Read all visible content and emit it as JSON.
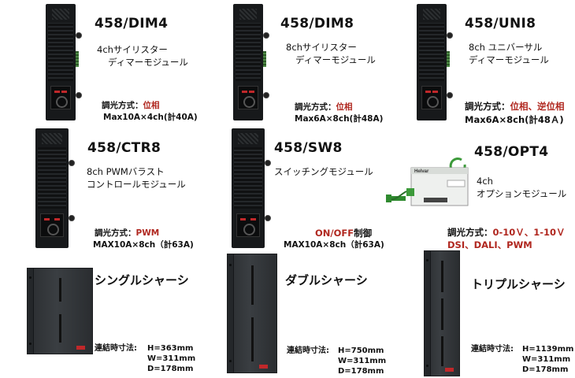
{
  "colors": {
    "accent_red": "#b0271f"
  },
  "products": {
    "dim4": {
      "model": "458/DIM4",
      "desc_line1": "4chサイリスター",
      "desc_line2": "ディマーモジュール",
      "method_label": "調光方式：",
      "method_value": "位相",
      "rating": "Max10A×4ch(計40A)"
    },
    "dim8": {
      "model": "458/DIM8",
      "desc_line1": "8chサイリスター",
      "desc_line2": "ディマーモジュール",
      "method_label": "調光方式：",
      "method_value": "位相",
      "rating": "Max6A×8ch(計48A)"
    },
    "uni8": {
      "model": "458/UNI8",
      "desc_line1": "8ch ユニバーサル",
      "desc_line2": "ディマーモジュール",
      "method_label": "調光方式：",
      "method_value": "位相、逆位相",
      "rating": "Max6A×8ch(計48Ａ)"
    },
    "ctr8": {
      "model": "458/CTR8",
      "desc_line1": "8ch PWMバラスト",
      "desc_line2": "コントロールモジュール",
      "method_label": "調光方式：",
      "method_value": "PWM",
      "rating": "MAX10A×8ch（計63A)"
    },
    "sw8": {
      "model": "458/SW8",
      "desc_line1": "スイッチングモジュール",
      "method_value": "ON/OFF",
      "method_suffix": "制御",
      "rating": "MAX10A×8ch（計63A)"
    },
    "opt4": {
      "model": "458/OPT4",
      "desc_line1": "4ch",
      "desc_line2": "オプションモジュール",
      "method_label": "調光方式：",
      "method_value_line1": "0-10Ｖ、1-10Ｖ",
      "method_value_line2": "DSI、DALI、PWM",
      "device_brand": "Helvar"
    }
  },
  "chassis": {
    "single": {
      "title": "シングルシャーシ",
      "dim_label": "連結時寸法:",
      "h": "H=363mm",
      "w": "W=311mm",
      "d": "D=178mm"
    },
    "double": {
      "title": "ダブルシャーシ",
      "dim_label": "連結時寸法:",
      "h": "H=750mm",
      "w": "W=311mm",
      "d": "D=178mm"
    },
    "triple": {
      "title": "トリプルシャーシ",
      "dim_label": "連結時寸法:",
      "h": "H=1139mm",
      "w": "W=311mm",
      "d": "D=178mm"
    }
  }
}
